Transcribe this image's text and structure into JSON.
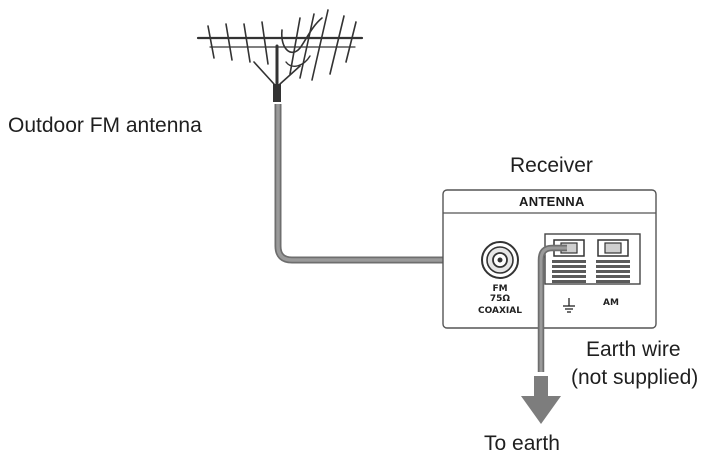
{
  "labels": {
    "antenna": "Outdoor FM antenna",
    "receiver": "Receiver",
    "panel_title": "ANTENNA",
    "fm_line1": "FM",
    "fm_line2": "75Ω",
    "fm_line3": "COAXIAL",
    "am": "AM",
    "earth_wire_line1": "Earth wire",
    "earth_wire_line2": "(not supplied)",
    "to_earth": "To earth"
  },
  "icons": {
    "antenna": "yagi-antenna-icon",
    "ground_terminal": "ground-symbol-icon",
    "arrow": "down-arrow-icon"
  },
  "colors": {
    "cable": "#8a8a8a",
    "cable_dark": "#6e6e6e",
    "outline": "#444444",
    "panel_bg": "#ffffff",
    "arrow": "#7d7d7d"
  }
}
